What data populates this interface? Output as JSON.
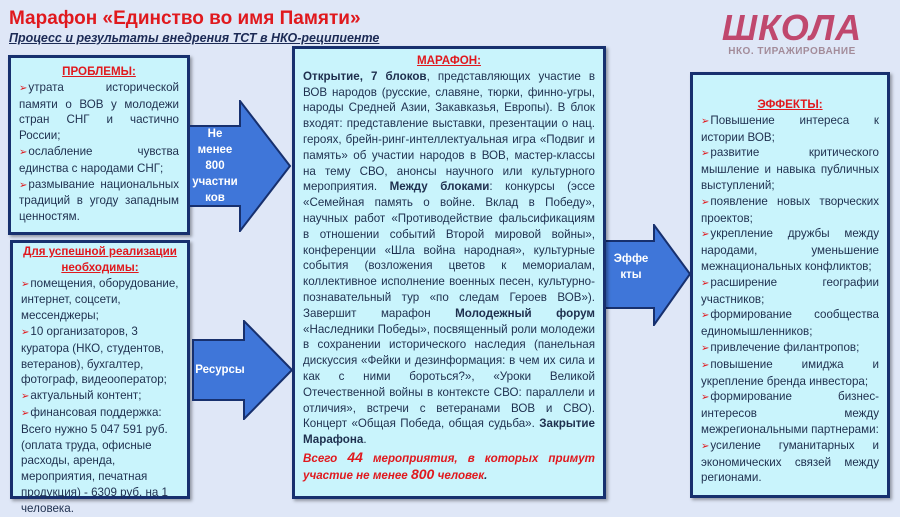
{
  "title": "Марафон «Единство во имя Памяти»",
  "subtitle": "Процесс и результаты внедрения ТСТ в НКО-реципиенте",
  "logo": {
    "word": "ШКОЛА",
    "sub": "НКО. ТИРАЖИРОВАНИЕ"
  },
  "problems": {
    "heading": "ПРОБЛЕМЫ:",
    "items": [
      "утрата исторической памяти о ВОВ у молодежи стран СНГ и частично России;",
      "ослабление чувства единства с народами СНГ;",
      "размывание национальных традиций в угоду западным ценностям."
    ]
  },
  "resources": {
    "heading": "Для успешной реализации необходимы:",
    "items": [
      "помещения, оборудование, интернет, соцсети, мессенджеры;",
      "10 организаторов, 3 куратора (НКО, студентов, ветеранов), бухгалтер, фотограф, видеооператор;",
      "актуальный контент;",
      "финансовая поддержка: Всего нужно 5 047 591 руб.(оплата труда, офисные расходы, аренда, мероприятия, печатная продукция) - 6309 руб. на 1 человека."
    ]
  },
  "arrows": {
    "participants": "Не менее 800 участни ков",
    "resources": "Ресурсы",
    "effects": "Эффе кты"
  },
  "marathon": {
    "heading": "МАРАФОН:",
    "segments": [
      {
        "text": "Открытие, 7 блоков",
        "bold": true
      },
      {
        "text": ", представляющих участие в ВОВ народов (русские, славяне, тюрки, финно-угры, народы Средней Азии, Закавказья, Европы). В блок входят: представление выставки, презентации о нац. героях, брейн-ринг-интеллектуальная игра «Подвиг и память» об участии народов в ВОВ, мастер-классы на тему СВО, анонсы научного или культурного мероприятия. ",
        "bold": false
      },
      {
        "text": "Между блоками",
        "bold": true
      },
      {
        "text": ": конкурсы (эссе «Семейная память о войне. Вклад в Победу», научных работ «Противодействие фальсификациям в отношении событий Второй мировой войны», конференции «Шла война народная», культурные события (возложения цветов к мемориалам, коллективное исполнение военных песен, культурно-познавательный тур «по следам Героев ВОВ»). Завершит марафон ",
        "bold": false
      },
      {
        "text": "Молодежный форум",
        "bold": true
      },
      {
        "text": " «Наследники Победы», посвященный роли молодежи в сохранении исторического наследия (панельная дискуссия «Фейки и дезинформация: в чем их сила и как с ними бороться?», «Уроки Великой Отечественной войны в контексте СВО: параллели и отличия», встречи с ветеранами ВОВ и СВО). Концерт «Общая Победа, общая судьба». ",
        "bold": false
      },
      {
        "text": "Закрытие Марафона",
        "bold": true
      },
      {
        "text": ".",
        "bold": false
      }
    ],
    "total": {
      "pre": "Всего ",
      "events": "44",
      "mid": " мероприятия, в которых примут участие не менее ",
      "people": "800",
      "post": " человек"
    }
  },
  "effects": {
    "heading": "ЭФФЕКТЫ:",
    "items": [
      "Повышение интереса к истории ВОВ;",
      "развитие критического мышление и навыка публичных выступлений;",
      "появление новых творческих проектов;",
      "укрепление дружбы между народами, уменьшение межнациональных конфликтов;",
      "расширение географии участников;",
      "формирование сообщества единомышленников;",
      "привлечение филантропов;",
      "повышение имиджа и укрепление бренда инвестора;",
      "формирование бизнес-интересов между межрегиональными партнерами:",
      "усиление гуманитарных и экономических связей между регионами."
    ]
  },
  "colors": {
    "accent": "#e0191e",
    "border": "#17306e",
    "box": "#c9f4fc",
    "arrow": "#3f76d9"
  }
}
